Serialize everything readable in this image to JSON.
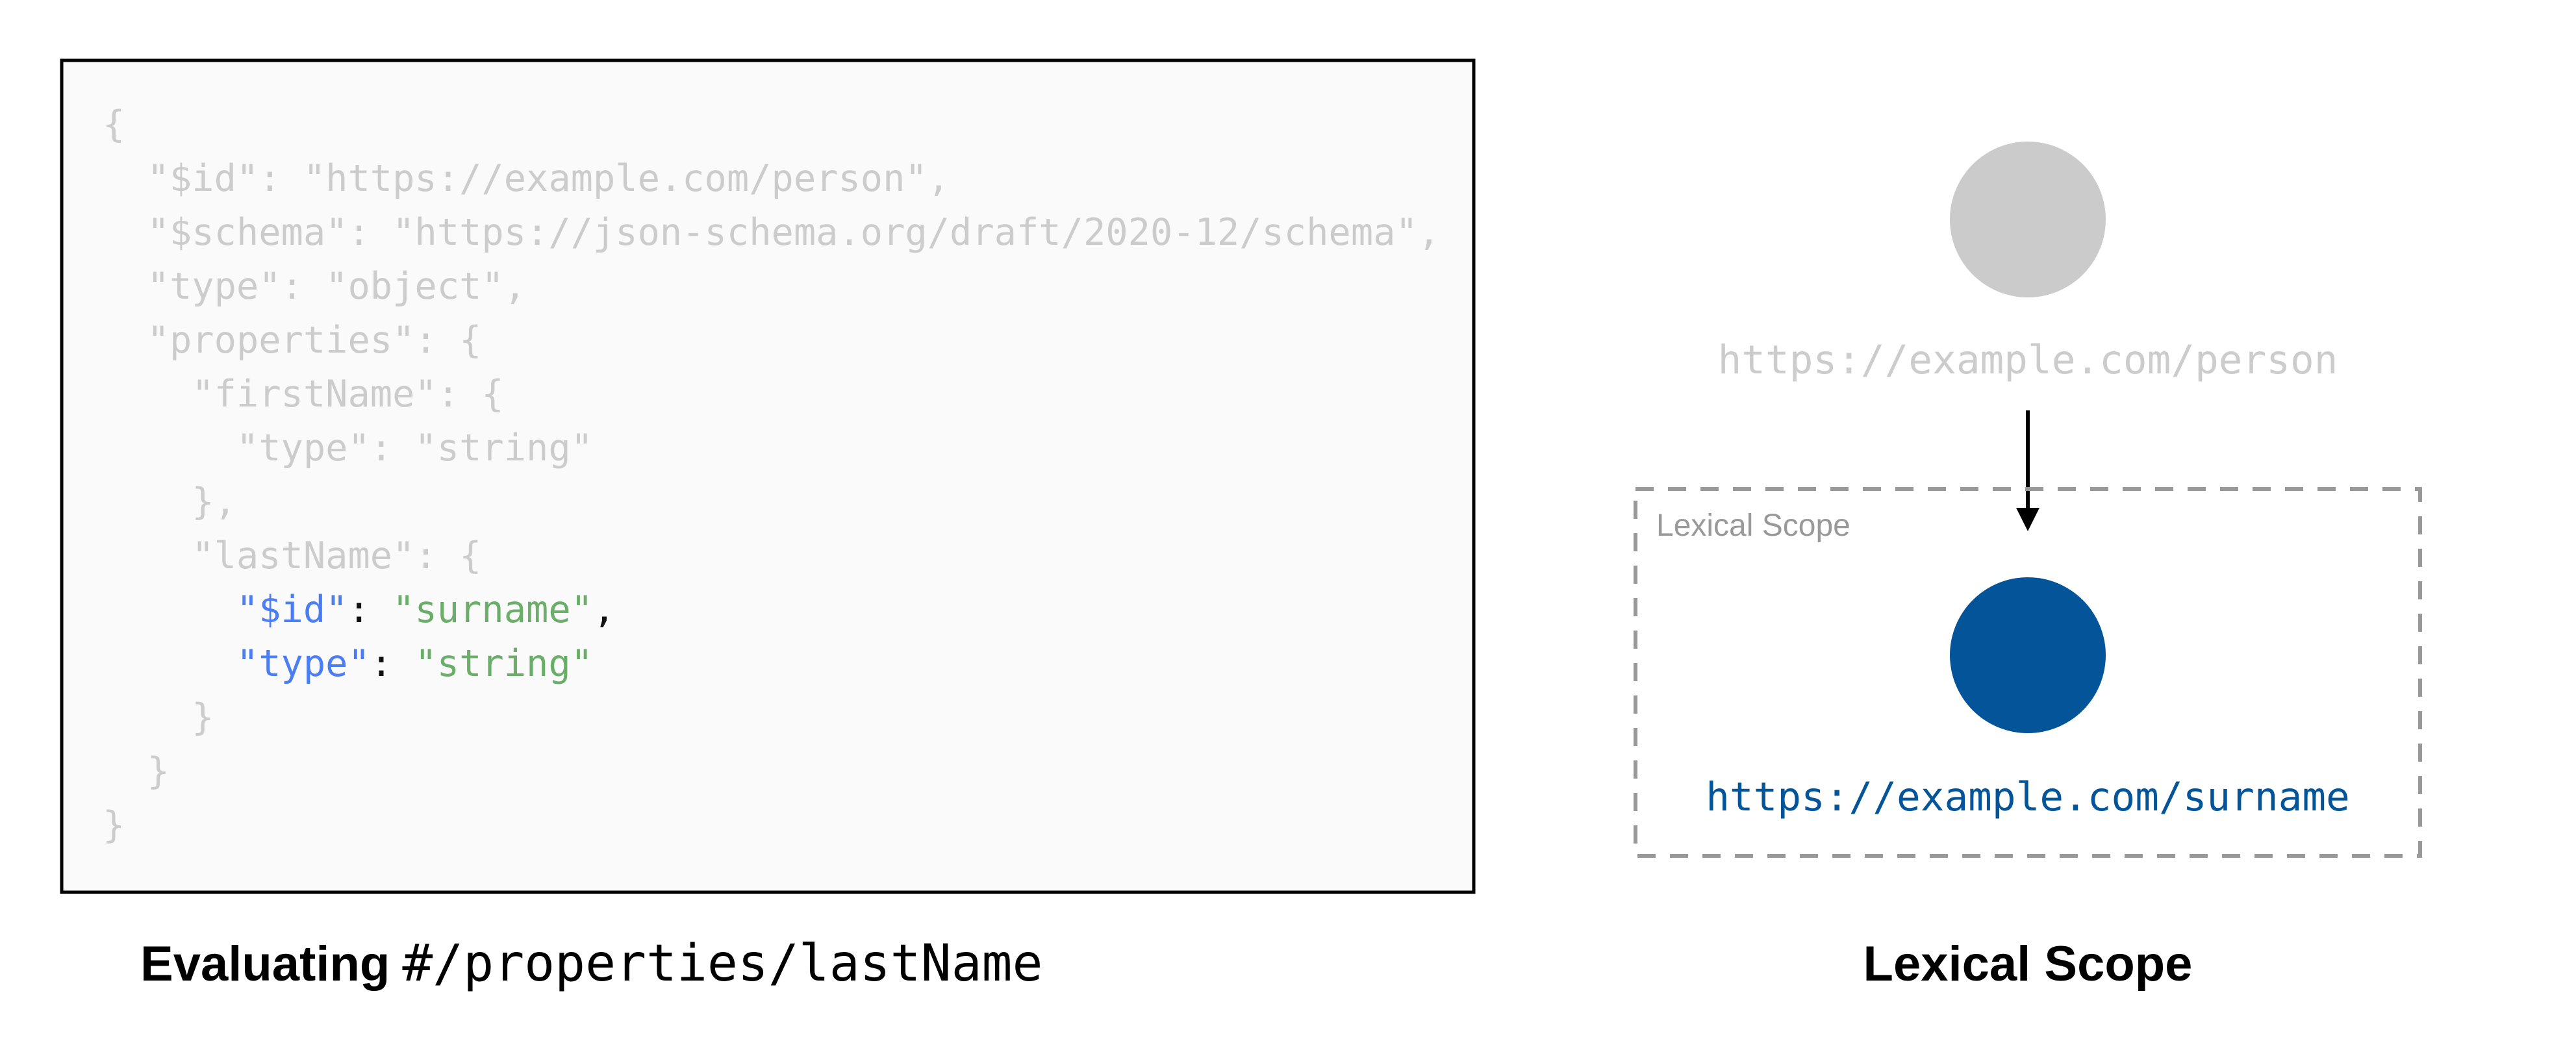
{
  "colors": {
    "dim": "#cccccc",
    "key": "#4b7ef2",
    "string": "#6aae6a",
    "punct": "#111111",
    "node_parent": "#cbcbcb",
    "node_current": "#045499",
    "scope_border": "#999999",
    "code_bg": "#fafafa"
  },
  "code": {
    "lines": [
      [
        {
          "t": "{",
          "role": "dim"
        }
      ],
      [
        {
          "t": "  \"$id\": \"https://example.com/person\",",
          "role": "dim"
        }
      ],
      [
        {
          "t": "  \"$schema\": \"https://json-schema.org/draft/2020-12/schema\",",
          "role": "dim"
        }
      ],
      [
        {
          "t": "  \"type\": \"object\",",
          "role": "dim"
        }
      ],
      [
        {
          "t": "  \"properties\": {",
          "role": "dim"
        }
      ],
      [
        {
          "t": "    \"firstName\": {",
          "role": "dim"
        }
      ],
      [
        {
          "t": "      \"type\": \"string\"",
          "role": "dim"
        }
      ],
      [
        {
          "t": "    },",
          "role": "dim"
        }
      ],
      [
        {
          "t": "    \"lastName\": {",
          "role": "dim"
        }
      ],
      [
        {
          "t": "      ",
          "role": "dim"
        },
        {
          "t": "\"$id\"",
          "role": "key"
        },
        {
          "t": ": ",
          "role": "punct"
        },
        {
          "t": "\"surname\"",
          "role": "string"
        },
        {
          "t": ",",
          "role": "punct"
        }
      ],
      [
        {
          "t": "      ",
          "role": "dim"
        },
        {
          "t": "\"type\"",
          "role": "key"
        },
        {
          "t": ": ",
          "role": "punct"
        },
        {
          "t": "\"string\"",
          "role": "string"
        }
      ],
      [
        {
          "t": "    }",
          "role": "dim"
        }
      ],
      [
        {
          "t": "  }",
          "role": "dim"
        }
      ],
      [
        {
          "t": "}",
          "role": "dim"
        }
      ]
    ]
  },
  "caption_left": {
    "bold": "Evaluating",
    "pointer": "#/properties/lastName"
  },
  "diagram": {
    "parent_uri": "https://example.com/person",
    "scope_label": "Lexical Scope",
    "current_uri": "https://example.com/surname",
    "title": "Lexical Scope"
  }
}
